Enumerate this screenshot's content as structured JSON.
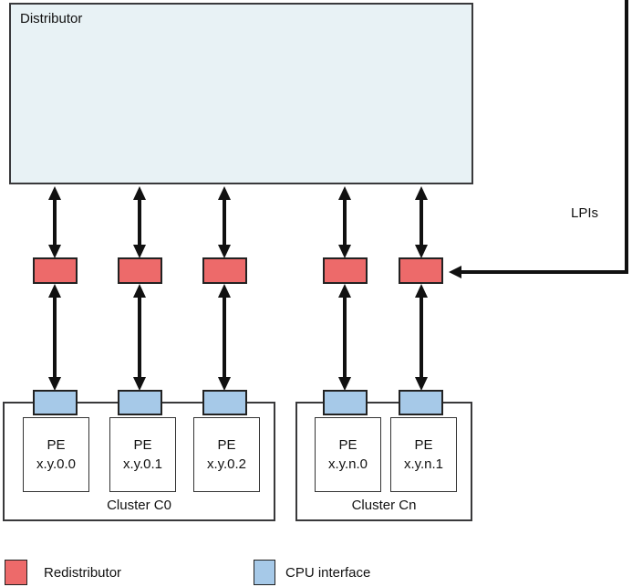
{
  "distributor": {
    "label": "Distributor"
  },
  "lpis": {
    "label": "LPIs"
  },
  "clusters": [
    {
      "label": "Cluster C0",
      "pes": [
        {
          "name": "PE",
          "id": "x.y.0.0"
        },
        {
          "name": "PE",
          "id": "x.y.0.1"
        },
        {
          "name": "PE",
          "id": "x.y.0.2"
        }
      ]
    },
    {
      "label": "Cluster Cn",
      "pes": [
        {
          "name": "PE",
          "id": "x.y.n.0"
        },
        {
          "name": "PE",
          "id": "x.y.n.1"
        }
      ]
    }
  ],
  "legend": {
    "items": [
      {
        "label": "Redistributor",
        "color": "#ed6a6a"
      },
      {
        "label": "CPU interface",
        "color": "#a6c9e8"
      }
    ]
  },
  "colors": {
    "redistributor_fill": "#ed6a6a",
    "cpu_interface_fill": "#a6c9e8",
    "distributor_fill": "#e8f2f5",
    "line": "#111111"
  }
}
